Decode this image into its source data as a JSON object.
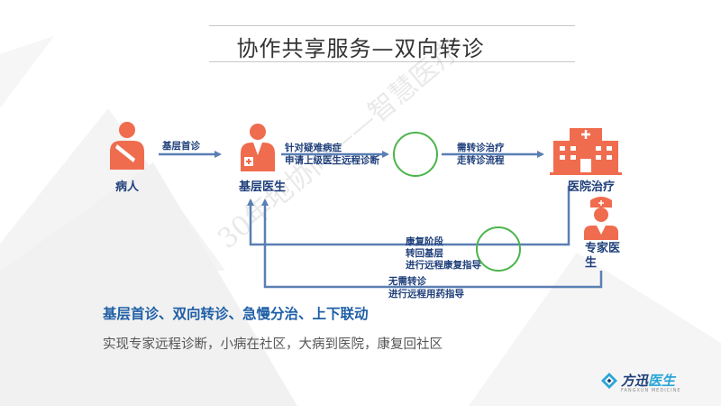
{
  "title": "协作共享服务—双向转诊",
  "nodes": {
    "patient": "病人",
    "primary_doctor": "基层医生",
    "hospital": "医院治疗",
    "expert": "专家医\n生"
  },
  "edges": {
    "first_visit": "基层首诊",
    "difficult_case": [
      "针对疑难病症",
      "申请上级医生远程诊断"
    ],
    "referral": [
      "需转诊治疗",
      "走转诊流程"
    ],
    "rehab": [
      "康复阶段",
      "转回基层",
      "进行远程康复指导"
    ],
    "no_referral": [
      "无需转诊",
      "进行远程用药指导"
    ]
  },
  "summary": {
    "title": "基层首诊、双向转诊、急慢分治、上下联动",
    "subtitle": "实现专家远程诊断，小病在社区，大病到医院，康复回社区"
  },
  "watermark": "30年地协同——智慧医疗",
  "logo": {
    "text_main": "方迅",
    "text_accent": "医生",
    "text_sub": "FANGXUN MEDICINE"
  },
  "colors": {
    "arrow": "#5a7fb3",
    "icon": "#ef6c4e",
    "circle": "#4bb54b",
    "label": "#1f3f7a",
    "summary": "#1f5fa6"
  }
}
